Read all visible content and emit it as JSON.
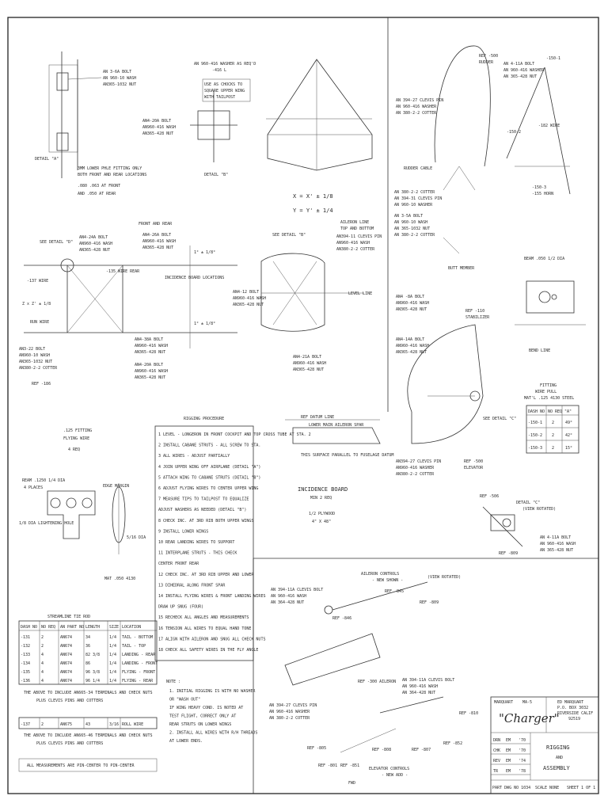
{
  "detail_a": {
    "title": "DETAIL \"A\"",
    "parts": [
      "AN 3-6A BOLT",
      "AN 960-10 WASH",
      "AN365-1032 NUT"
    ],
    "note": [
      "3MM LOWER PHLE FITTING ONLY",
      "BOTH FRONT AND REAR LOCATIONS",
      ".080 .063 AT FRONT",
      "AND .050 AT REAR"
    ]
  },
  "detail_b": {
    "title": "DETAIL \"B\"",
    "note_top": [
      "AN 960-416 WASHER AS REQ'D",
      "-416 L"
    ],
    "note_box": [
      "USE AS CHOCKS TO",
      "SQUARE UPPER WING",
      "WITH TAILPOST"
    ],
    "parts": [
      "AN4-20A BOLT",
      "AN960-416 WASH",
      "AN365-428 NUT"
    ]
  },
  "tram": {
    "eq1": "X = X' ± 1/8",
    "eq2": "Y = Y' ± 1/4"
  },
  "tail": {
    "ref_top": [
      "REF -500",
      "RUDDER"
    ],
    "parts_left": [
      "AN 394-27 CLEVIS PIN",
      "AN 960-416 WASHER",
      "AN 380-2-2 COTTER"
    ],
    "parts_right": [
      "AN 4-11A BOLT",
      "AN 960-416 WASHER",
      "AN 365-428 NUT"
    ],
    "labels": [
      "-150-1",
      "-182 WIRE",
      "-150-2",
      "-150-3",
      "-155 HORN",
      "RUDDER CABLE"
    ],
    "parts_mid": [
      "AN 380-2-2 COTTER",
      "AN 394-31 CLEVIS PIN",
      "AN 960-10 WASHER"
    ],
    "parts_lower": [
      "AN 3-5A BOLT",
      "AN 960-10 WASH",
      "AN 365-1032 NUT",
      "AN 380-2-2 COTTER"
    ],
    "butt": "BUTT MEMBER"
  },
  "front_view": {
    "labels": [
      "FRONT AND REAR",
      "SEE DETAIL \"D\"",
      "-137 WIRE",
      "-135 WIRE REAR",
      "INCIDENCE BOARD LOCATIONS",
      "Z x Z' ± 1/8",
      "RUN WIRE",
      "REF -186"
    ],
    "parts_top": [
      "AN4-24A BOLT",
      "AN960-416 WASH",
      "AN365-428 NUT"
    ],
    "parts_top_right": [
      "AN4-26A BOLT",
      "AN960-416 WASH",
      "AN365-428 NUT"
    ],
    "parts_left": [
      "AN3-22 BOLT",
      "AN960-10 WASH",
      "AN365-1032 NUT",
      "AN380-2-2 COTTER"
    ],
    "parts_bottom": [
      "AN4-38A BOLT",
      "AN960-416 WASH",
      "AN365-428 NUT"
    ],
    "parts_bottom2": [
      "AN4-20A BOLT",
      "AN960-416 WASH",
      "AN365-428 NUT"
    ],
    "angles": [
      "1° ± 1/8°",
      "1° ± 1/8°"
    ]
  },
  "side_view": {
    "labels": [
      "SEE DETAIL \"B\"",
      "AILERON LINE",
      "TOP AND BOTTOM",
      "LEVEL LINE"
    ],
    "parts_top": [
      "AN394-11 CLEVIS PIN",
      "AN960-416 WASH",
      "AN380-2-2 COTTER"
    ],
    "parts_left": [
      "AN4-12 BOLT",
      "AN960-416 WASH",
      "AN365-428 NUT"
    ],
    "parts_bottom": [
      "AN4-21A BOLT",
      "AN960-416 WASH",
      "AN365-428 NUT"
    ]
  },
  "aileron": {
    "parts_top": [
      "AN4 -8A BOLT",
      "AN960-416 WASH",
      "AN365-428 NUT"
    ],
    "parts_mid": [
      "AN4-14A BOLT",
      "AN960-416 WASH",
      "AN365-428 NUT"
    ],
    "ref": [
      "REF -110",
      "STABILIZER"
    ],
    "see": "SEE DETAIL \"C\"",
    "parts_low": [
      "AN394-27 CLEVIS PIN",
      "AN960-416 WASHER",
      "AN380-2-2 COTTER"
    ],
    "ref_elev": [
      "REF -500",
      "ELEVATOR"
    ]
  },
  "fitting": {
    "beam": "BEAM .050 1/2 DIA",
    "title": [
      "FITTING",
      "WIRE PULL",
      "MAT'L .125 4130 STEEL"
    ],
    "headers": [
      "DASH NO",
      "NO REQ",
      "\"A\""
    ],
    "rows": [
      [
        "-150-1",
        "2",
        "49°"
      ],
      [
        "-150-2",
        "2",
        "42°"
      ],
      [
        "-150-3",
        "2",
        "15°"
      ]
    ],
    "bend": "BEND LINE"
  },
  "detail_c": {
    "title": [
      "DETAIL \"C\"",
      "(VIEW ROTATED)"
    ],
    "ref": "REF -506",
    "parts": [
      "AN 4-11A BOLT",
      "AN 960-416 WASH",
      "AN 365-428 NUT"
    ],
    "ref2": "REF -809"
  },
  "pivot": {
    "title": [
      ".125 FITTING",
      "FLYING WIRE",
      "4 REQ"
    ],
    "labels": [
      "REAM .1250 1/4 DIA",
      "4 PLACES",
      "1/8 DIA LIGHTENING HOLE",
      "EDGE MARGIN",
      "5/16 DIA"
    ],
    "mat": "MAT .050 4130"
  },
  "incidence": {
    "labels": [
      "REF DATUM LINE",
      "LOWER MAIN AILERON SPAR",
      "THIS SURFACE PARALLEL TO FUSELAGE DATUM"
    ],
    "title": [
      "INCIDENCE BOARD",
      "MIN 2 REQ"
    ],
    "mat": [
      "1/2 PLYWOOD",
      "4\" X 48\""
    ]
  },
  "procedure": {
    "title": "RIGGING PROCEDURE",
    "steps": [
      "1  LEVEL - LONGERON IN FRONT COCKPIT AND TOP CROSS TUBE AT STA. 2",
      "2  INSTALL CABANE STRUTS - ALL SCREW TO STA.",
      "3       ALL WIRES - ADJUST PARTIALLY",
      "4  JOIN UPPER WING OFF AIRPLANE (DETAIL \"A\")",
      "5  ATTACH WING TO CABANE STRUTS (DETAIL \"B\")",
      "6  ADJUST FLYING WIRES TO CENTER UPPER WING",
      "7  MEASURE TIPS TO TAILPOST TO EQUALIZE",
      "   ADJUST WASHERS AS NEEDED (DETAIL \"B\")",
      "8  CHECK INC. AT 3RD RIB BOTH UPPER WINGS",
      "9  INSTALL LOWER WINGS",
      "10    REAR LANDING WIRES TO SUPPORT",
      "11    INTERPLANE STRUTS - THIS CHECK",
      "      CENTER  FRONT  REAR",
      "12  CHECK INC. AT 3RD RIB  UPPER AND LOWER",
      "13    DIHEDRAL ALONG FRONT SPAR",
      "14  INSTALL FLYING WIRES & FRONT LANDING WIRES",
      "    DRAW UP SNUG (FOUR)",
      "15  RECHECK ALL ANGLES AND MEASUREMENTS",
      "16  TENSION ALL WIRES TO EQUAL HAND TONE",
      "17  ALIGN WITH AILERON AND SNUG ALL CHECK NUTS",
      "18  CHECK ALL SAFETY WIRES IN THE FLY ANGLE"
    ]
  },
  "notes": {
    "title": "NOTE :",
    "items": [
      "1. INITIAL RIGGING IS WITH NO WASHER",
      "   OR \"WASH OUT\"",
      "   IF WING HEAVY COND. IS NOTED AT",
      "   TEST FLIGHT, CORRECT ONLY AT",
      "   REAR STRUTS ON LOWER WINGS",
      "2. INSTALL ALL WIRES WITH R/H THREADS",
      "   AT LOWER ENDS."
    ]
  },
  "tie_rod": {
    "title": "STREAMLINE TIE ROD",
    "headers": [
      "DASH NO",
      "NO REQ",
      "AN PART NO",
      "LENGTH",
      "SIZE",
      "LOCATION"
    ],
    "rows": [
      [
        "-131",
        "2",
        "AN674",
        "34",
        "1/4",
        "TAIL - BOTTOM"
      ],
      [
        "-132",
        "2",
        "AN674",
        "36",
        "1/4",
        "TAIL - TOP"
      ],
      [
        "-133",
        "4",
        "AN674",
        "82 3/8",
        "1/4",
        "LANDING - REAR"
      ],
      [
        "-134",
        "4",
        "AN674",
        "86",
        "1/4",
        "LANDING - FRONT"
      ],
      [
        "-135",
        "4",
        "AN674",
        "96 3/8",
        "1/4",
        "FLYING - FRONT"
      ],
      [
        "-136",
        "4",
        "AN674",
        "96 1/4",
        "1/4",
        "FLYING - REAR"
      ]
    ],
    "note1": [
      "THE ABOVE TO INCLUDE AN665-34 TERMINALS AND CHECK NUTS",
      "PLUS CLEVIS PINS AND COTTERS"
    ],
    "row137": [
      "-137",
      "2",
      "AN675",
      "43",
      "3/16",
      "ROLL WIRE"
    ],
    "note2": [
      "THE ABOVE TO INCLUDE AN665-46 TERMINALS AND CHECK NUTS",
      "PLUS CLEVIS PINS AND COTTERS"
    ],
    "measure": "ALL MEASUREMENTS ARE PIN-CENTER TO PIN-CENTER"
  },
  "controls": {
    "aileron_title": [
      "AILERON CONTROLS",
      "- NEW SHOWN -"
    ],
    "parts_a": [
      "AN 394-11A CLEVIS BOLT",
      "AN 960-416 WASH",
      "AN 364-428 NUT"
    ],
    "refs": [
      "REF -845",
      "REF -846",
      "REF -809",
      "REF -810",
      "REF -300 AILERON",
      "REF -807",
      "REF -808",
      "REF -805",
      "REF -801",
      "REF -851",
      "REF -852"
    ],
    "view": "(VIEW ROTATED)",
    "parts_b": [
      "AN 394-11A CLEVIS BOLT",
      "AN 960-416 WASH",
      "AN 364-428 NUT"
    ],
    "parts_c": [
      "AN 394-27 CLEVIS PIN",
      "AN 960-416 WASHER",
      "AN 380-2-2 COTTER"
    ],
    "elevator_title": [
      "ELEVATOR CONTROLS",
      "- NEW ADD -"
    ],
    "fwd": "FWD"
  },
  "title_block": {
    "maker": "MARQUART",
    "model": "MA-5",
    "name": "\"Charger\"",
    "addr": [
      "ED MARQUART",
      "P.O. BOX 3032",
      "RIVERSIDE CALIF",
      "92519"
    ],
    "rows": [
      [
        "DRN",
        "EM",
        "'70"
      ],
      [
        "CHK",
        "EM",
        "'70"
      ],
      [
        "REV",
        "EM",
        "'74"
      ],
      [
        "TR",
        "EM",
        "'78"
      ]
    ],
    "title": [
      "RIGGING",
      "AND",
      "ASSEMBLY"
    ],
    "dwg": "PART DWG NO 1034",
    "scale": "SCALE NONE",
    "sheet": "SHEET 1 OF 1"
  }
}
